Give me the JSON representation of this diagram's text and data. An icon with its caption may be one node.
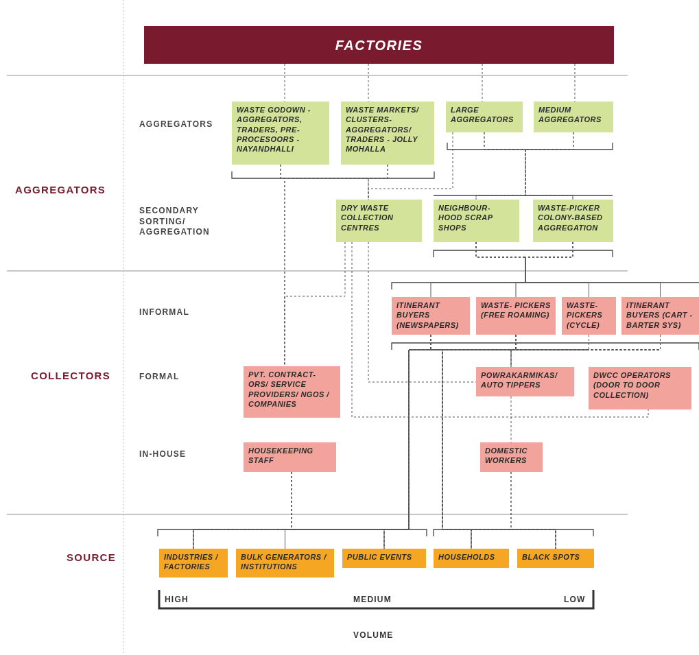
{
  "diagram": {
    "nodes": [
      {
        "text": [
          "FACTORIES"
        ]
      },
      {
        "text": [
          "WASTE GODOWN - AGGREGATORS, TRADERS, PRE-PROCESOORS - NAYANDHALLI"
        ]
      },
      {
        "text": [
          "WASTE MARKETS/ CLUSTERS- AGGREGATORS/ TRADERS - JOLLY MOHALLA"
        ]
      },
      {
        "text": [
          "LARGE AGGREGATORS"
        ]
      },
      {
        "text": [
          "MEDIUM AGGREGATORS"
        ]
      },
      {
        "text": [
          "DRY WASTE COLLECTION CENTRES"
        ]
      },
      {
        "text": [
          "NEIGHBOUR- HOOD SCRAP SHOPS"
        ]
      },
      {
        "text": [
          "WASTE-PICKER COLONY-BASED AGGREGATION"
        ]
      },
      {
        "text": [
          "ITINERANT BUYERS (NEWSPAPERS)"
        ]
      },
      {
        "text": [
          "WASTE- PICKERS (FREE ROAMING)"
        ]
      },
      {
        "text": [
          "WASTE- PICKERS (CYCLE)"
        ]
      },
      {
        "text": [
          "ITINERANT BUYERS (CART -BARTER SYS)"
        ]
      },
      {
        "text": [
          "PVT. CONTRACT- ORS/ SERVICE PROVIDERS/ NGOS / COMPANIES"
        ]
      },
      {
        "text": [
          "POWRAKARMIKAS/ AUTO TIPPERS"
        ]
      },
      {
        "text": [
          "DWCC OPERATORS (DOOR TO DOOR COLLECTION)"
        ]
      },
      {
        "text": [
          "HOUSEKEEPING STAFF"
        ]
      },
      {
        "text": [
          "DOMESTIC WORKERS"
        ]
      },
      {
        "text": [
          "INDUSTRIES / FACTORIES"
        ]
      },
      {
        "text": [
          "BULK GENERATORS / INSTITUTIONS"
        ]
      },
      {
        "text": [
          "PUBLIC EVENTS"
        ]
      },
      {
        "text": [
          "HOUSEHOLDS"
        ]
      },
      {
        "text": [
          "BLACK SPOTS"
        ]
      }
    ],
    "edges": [
      {
        "from": 0,
        "to": 1,
        "arrow": "none",
        "style": "dashed"
      },
      {
        "from": 0,
        "to": 2,
        "arrow": "none",
        "style": "dashed"
      },
      {
        "from": 0,
        "to": 3,
        "arrow": "none",
        "style": "dashed"
      },
      {
        "from": 0,
        "to": 4,
        "arrow": "none",
        "style": "dashed"
      },
      {
        "from": 1,
        "to": 12,
        "arrow": "none",
        "style": "dashed"
      },
      {
        "from": 2,
        "to": 12,
        "arrow": "none",
        "style": "dashed"
      },
      {
        "from": 1,
        "to": 5,
        "arrow": "none",
        "style": "dashed"
      },
      {
        "from": 2,
        "to": 5,
        "arrow": "none",
        "style": "dashed"
      },
      {
        "from": 3,
        "to": 5,
        "arrow": "none",
        "style": "dashed"
      },
      {
        "from": 3,
        "to": 6,
        "arrow": "none",
        "style": "dashed"
      },
      {
        "from": 3,
        "to": 7,
        "arrow": "none",
        "style": "dashed"
      },
      {
        "from": 4,
        "to": 6,
        "arrow": "none",
        "style": "dashed"
      },
      {
        "from": 4,
        "to": 7,
        "arrow": "none",
        "style": "dashed"
      },
      {
        "from": 6,
        "to": 8,
        "arrow": "none",
        "style": "dashed"
      },
      {
        "from": 6,
        "to": 9,
        "arrow": "none",
        "style": "dashed"
      },
      {
        "from": 6,
        "to": 10,
        "arrow": "none",
        "style": "dashed"
      },
      {
        "from": 6,
        "to": 11,
        "arrow": "none",
        "style": "dashed"
      },
      {
        "from": 7,
        "to": 8,
        "arrow": "none",
        "style": "dashed"
      },
      {
        "from": 7,
        "to": 9,
        "arrow": "none",
        "style": "dashed"
      },
      {
        "from": 7,
        "to": 10,
        "arrow": "none",
        "style": "dashed"
      },
      {
        "from": 7,
        "to": 11,
        "arrow": "none",
        "style": "dashed"
      },
      {
        "from": 5,
        "to": 12,
        "arrow": "none",
        "style": "dashed"
      },
      {
        "from": 5,
        "to": 13,
        "arrow": "none",
        "style": "dashed"
      },
      {
        "from": 5,
        "to": 14,
        "arrow": "none",
        "style": "dashed"
      },
      {
        "from": 8,
        "to": 17,
        "arrow": "none",
        "style": "dashed"
      },
      {
        "from": 8,
        "to": 18,
        "arrow": "none",
        "style": "dashed"
      },
      {
        "from": 8,
        "to": 19,
        "arrow": "none",
        "style": "dashed"
      },
      {
        "from": 9,
        "to": 17,
        "arrow": "none",
        "style": "dashed"
      },
      {
        "from": 9,
        "to": 18,
        "arrow": "none",
        "style": "dashed"
      },
      {
        "from": 9,
        "to": 19,
        "arrow": "none",
        "style": "dashed"
      },
      {
        "from": 10,
        "to": 17,
        "arrow": "none",
        "style": "dashed"
      },
      {
        "from": 10,
        "to": 18,
        "arrow": "none",
        "style": "dashed"
      },
      {
        "from": 10,
        "to": 19,
        "arrow": "none",
        "style": "dashed"
      },
      {
        "from": 11,
        "to": 17,
        "arrow": "none",
        "style": "dashed"
      },
      {
        "from": 11,
        "to": 18,
        "arrow": "none",
        "style": "dashed"
      },
      {
        "from": 11,
        "to": 19,
        "arrow": "none",
        "style": "dashed"
      },
      {
        "from": 8,
        "to": 20,
        "arrow": "none",
        "style": "dashed"
      },
      {
        "from": 8,
        "to": 21,
        "arrow": "none",
        "style": "dashed"
      },
      {
        "from": 9,
        "to": 20,
        "arrow": "none",
        "style": "dashed"
      },
      {
        "from": 9,
        "to": 21,
        "arrow": "none",
        "style": "dashed"
      },
      {
        "from": 10,
        "to": 20,
        "arrow": "none",
        "style": "dashed"
      },
      {
        "from": 10,
        "to": 21,
        "arrow": "none",
        "style": "dashed"
      },
      {
        "from": 11,
        "to": 20,
        "arrow": "none",
        "style": "dashed"
      },
      {
        "from": 11,
        "to": 21,
        "arrow": "none",
        "style": "dashed"
      },
      {
        "from": 8,
        "to": 13,
        "arrow": "none",
        "style": "dashed"
      },
      {
        "from": 9,
        "to": 13,
        "arrow": "none",
        "style": "dashed"
      },
      {
        "from": 10,
        "to": 13,
        "arrow": "none",
        "style": "dashed"
      },
      {
        "from": 11,
        "to": 13,
        "arrow": "none",
        "style": "dashed"
      },
      {
        "from": 13,
        "to": 16,
        "arrow": "none",
        "style": "dashed"
      },
      {
        "from": 16,
        "to": 20,
        "arrow": "none",
        "style": "dashed"
      },
      {
        "from": 16,
        "to": 21,
        "arrow": "none",
        "style": "dashed"
      },
      {
        "from": 15,
        "to": 17,
        "arrow": "none",
        "style": "dashed"
      },
      {
        "from": 15,
        "to": 18,
        "arrow": "none",
        "style": "dashed"
      },
      {
        "from": 15,
        "to": 19,
        "arrow": "none",
        "style": "dashed"
      }
    ],
    "labels": [
      "AGGREGATORS",
      "AGGREGATORS",
      "SECONDARY SORTING/ AGGREGATION",
      "INFORMAL",
      "COLLECTORS",
      "FORMAL",
      "IN-HOUSE",
      "SOURCE",
      "HIGH",
      "MEDIUM",
      "LOW",
      "VOLUME"
    ]
  }
}
